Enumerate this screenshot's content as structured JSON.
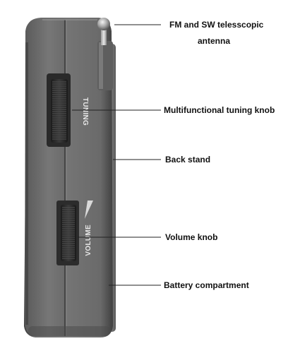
{
  "callouts": [
    {
      "id": "antenna",
      "label_lines": [
        "FM and SW telesscopic",
        "antenna"
      ]
    },
    {
      "id": "tuning",
      "label_lines": [
        "Multifunctional tuning knob"
      ]
    },
    {
      "id": "stand",
      "label_lines": [
        "Back stand"
      ]
    },
    {
      "id": "volume",
      "label_lines": [
        "Volume knob"
      ]
    },
    {
      "id": "battery",
      "label_lines": [
        "Battery compartment"
      ]
    }
  ],
  "device_print": {
    "tuning": "TUNING",
    "volume": "VOLUME"
  },
  "colors": {
    "body_dark": "#4f4f4f",
    "body_mid": "#6f6f6f",
    "body_light": "#8a8a8a",
    "leader_line": "#222222",
    "label_text": "#111111"
  }
}
